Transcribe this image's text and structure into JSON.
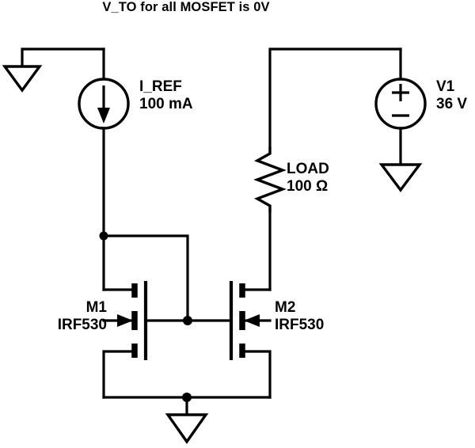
{
  "diagram": {
    "title": "V_TO for all MOSFET is 0V",
    "kind": "schematic",
    "stroke_color": "#000000",
    "background_color": "#ffffff"
  },
  "components": {
    "current_source": {
      "name": "I_REF",
      "value": "100 mA",
      "label": "I_REF\n100 mA",
      "symbol": "current-source-circle-with-down-arrow"
    },
    "voltage_source": {
      "name": "V1",
      "value": "36 V",
      "label": "V1\n36 V",
      "plus_sign": "+",
      "minus_sign": "−",
      "symbol": "voltage-source-circle-plus-minus"
    },
    "load_resistor": {
      "name": "LOAD",
      "value": "100 Ω",
      "label": "LOAD\n100 Ω",
      "symbol": "resistor-zigzag"
    },
    "mosfet_m1": {
      "name": "M1",
      "part": "IRF530",
      "label": "M1\nIRF530",
      "symbol": "nmos-enhancement",
      "orientation": "gate-right"
    },
    "mosfet_m2": {
      "name": "M2",
      "part": "IRF530",
      "label": "M2\nIRF530",
      "symbol": "nmos-enhancement",
      "orientation": "gate-left"
    },
    "grounds": [
      {
        "name": "ground-top-left",
        "symbol": "ground-triangle"
      },
      {
        "name": "ground-v1",
        "symbol": "ground-triangle"
      },
      {
        "name": "ground-sources",
        "symbol": "ground-triangle"
      }
    ]
  },
  "nets": [
    {
      "name": "iref-drain-node",
      "note": "I_REF bottom to M1 drain and gate tie"
    },
    {
      "name": "gate-node",
      "note": "M1 gate tied to M2 gate"
    },
    {
      "name": "load-drain-node",
      "note": "LOAD bottom to M2 drain"
    },
    {
      "name": "source-ground-node",
      "note": "M1 and M2 sources to ground"
    },
    {
      "name": "v1-positive-node",
      "note": "V1 positive to LOAD top"
    }
  ]
}
